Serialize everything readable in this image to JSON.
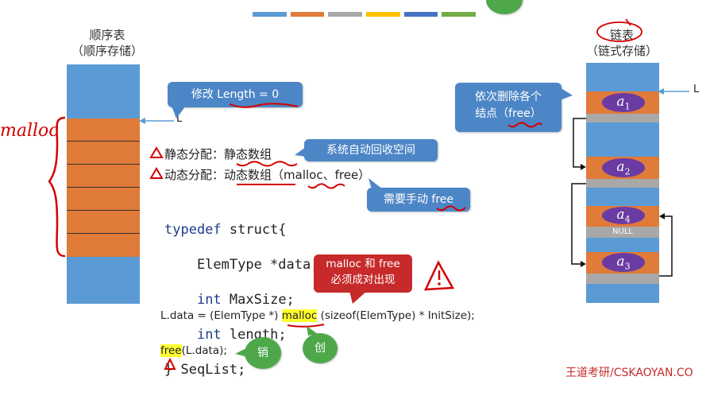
{
  "colors": {
    "blue": "#5b9bd5",
    "orange": "#e07b3a",
    "gray": "#a8a8a8",
    "callout": "#4d86c6",
    "green": "#4ea84a",
    "red": "#c62a2a",
    "purple": "#6a3ba2",
    "highlight": "#ffff2e"
  },
  "top_bar_colors": [
    "#5b9bd5",
    "#e07b3a",
    "#a8a8a8",
    "#ffc000",
    "#4472c4",
    "#70ad47"
  ],
  "left": {
    "title1": "顺序表",
    "title2": "（顺序存储）",
    "pointer_label": "L",
    "callout": "修改 Length = 0",
    "handwriting": "malloc"
  },
  "middle": {
    "static_alloc_prefix": "静态分配：",
    "static_alloc_value": "静态数组",
    "dynamic_alloc_prefix": "动态分配：",
    "dynamic_alloc_value": "动态数组",
    "dynamic_alloc_paren": "（malloc、free）",
    "callout_auto": "系统自动回收空间",
    "callout_manual": "需要手动 free",
    "callout_pair_line1": "malloc 和 free",
    "callout_pair_line2": "必须成对出现",
    "code": {
      "line1_kw": "typedef",
      "line1_rest": " struct{",
      "line2": "    ElemType *data;",
      "line3_kw": "int",
      "line3_rest": " MaxSize;",
      "line4_kw": "int",
      "line4_rest": " length;",
      "line5": "} SeqList;"
    },
    "malloc_line_prefix": "L.data = (ElemType *) ",
    "malloc_word": "malloc",
    "malloc_line_suffix": " (sizeof(ElemType) * InitSize);",
    "free_word": "free",
    "free_line_suffix": "(L.data);",
    "badge_destroy": "销",
    "badge_create": "创"
  },
  "right": {
    "title1": "链表",
    "title2": "（链式存储）",
    "pointer_label": "L",
    "callout_line1": "依次删除各个",
    "callout_line2": "结点（free）",
    "nodes": [
      {
        "letter": "a",
        "sub": "1"
      },
      {
        "letter": "a",
        "sub": "2"
      },
      {
        "letter": "a",
        "sub": "4"
      },
      {
        "letter": "a",
        "sub": "3"
      }
    ],
    "null_label": "NULL"
  },
  "watermark": "王道考研/CSKAOYAN.CO"
}
